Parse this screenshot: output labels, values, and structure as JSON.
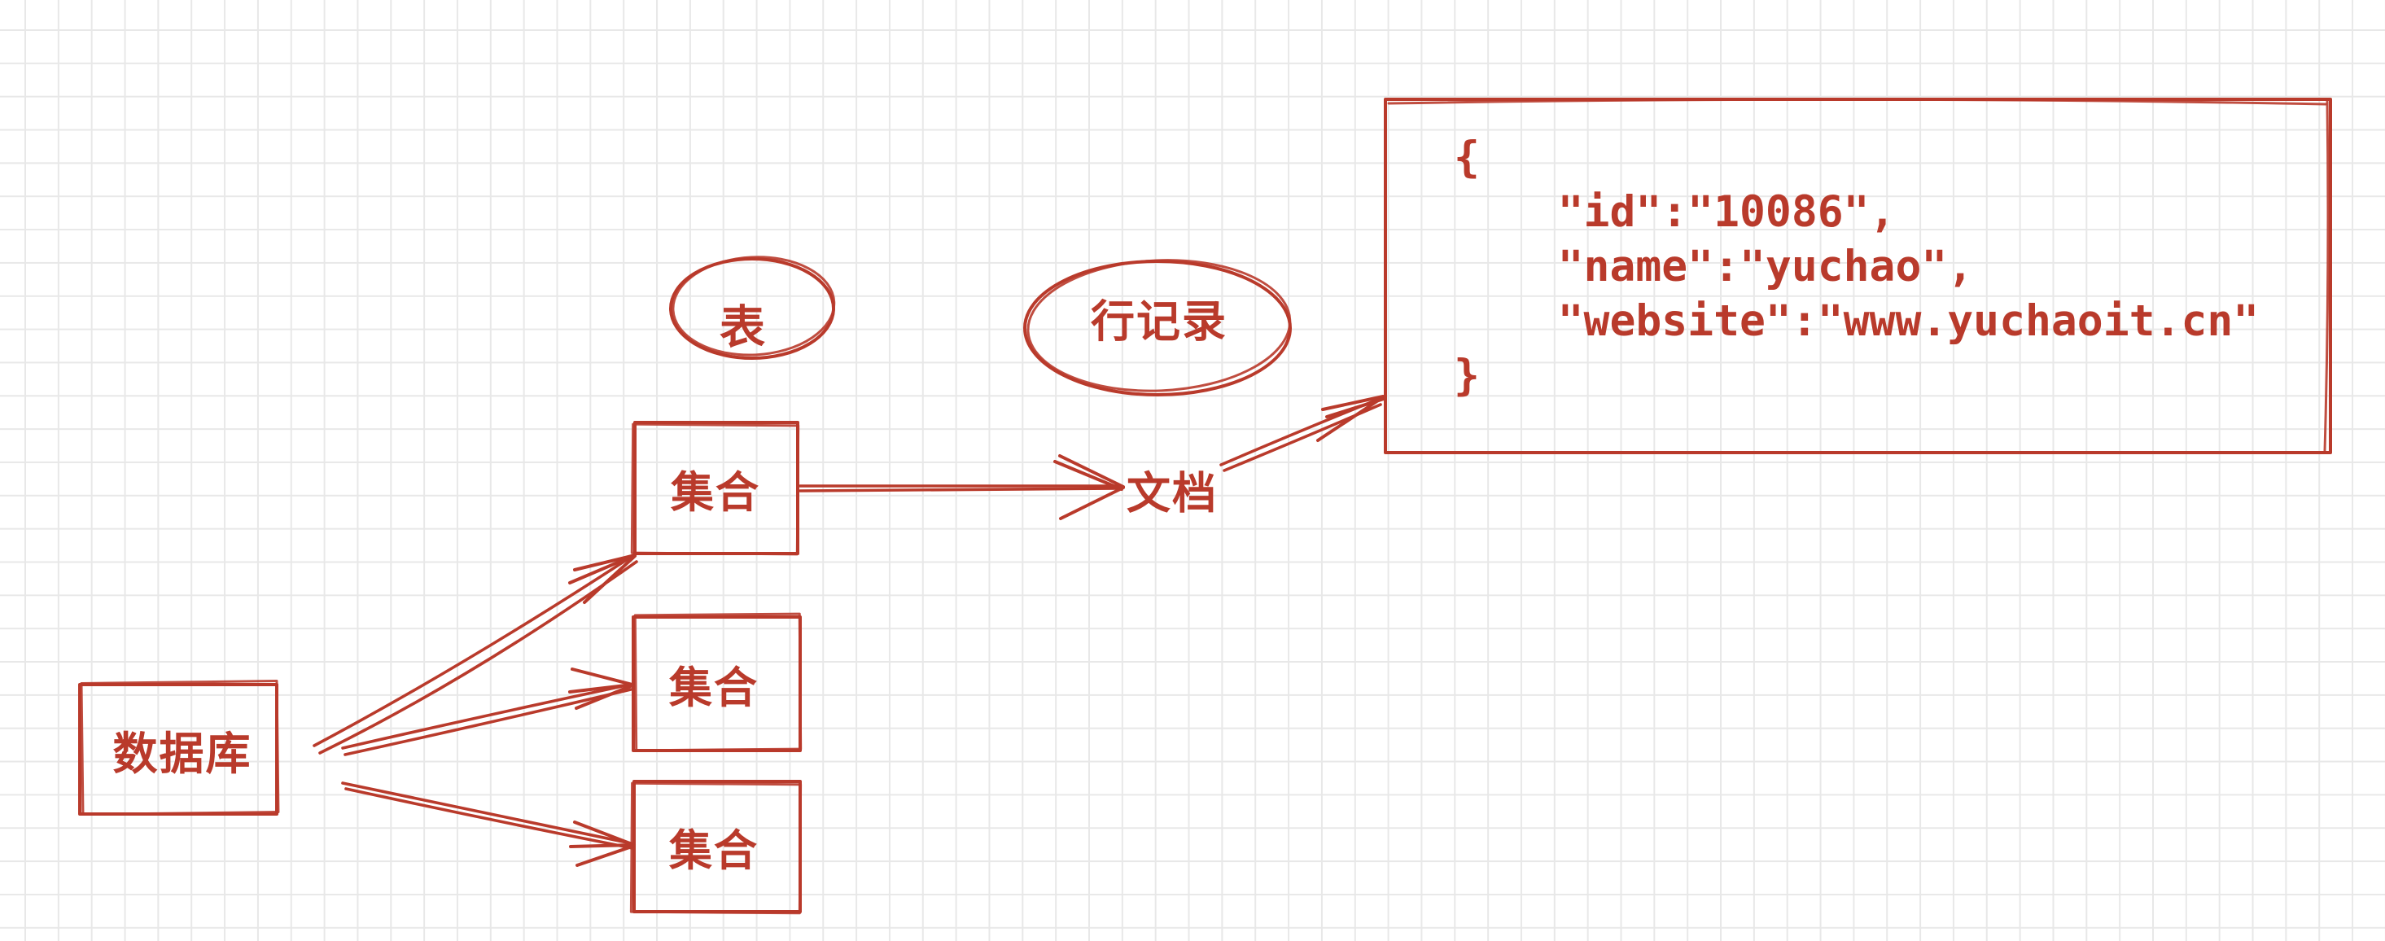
{
  "diagram": {
    "database": {
      "label": "数据库"
    },
    "collections": [
      {
        "label": "集合"
      },
      {
        "label": "集合"
      },
      {
        "label": "集合"
      }
    ],
    "table_annotation": {
      "label": "表"
    },
    "row_record_annotation": {
      "label": "行记录"
    },
    "document_label": {
      "label": "文档"
    },
    "json_document": {
      "code": "{\n    \"id\":\"10086\",\n    \"name\":\"yuchao\",\n    \"website\":\"www.yuchaoit.cn\"\n}"
    },
    "colors": {
      "ink": "#b93a2b",
      "grid_line": "#e8e8e8",
      "paper": "#ffffff"
    }
  }
}
